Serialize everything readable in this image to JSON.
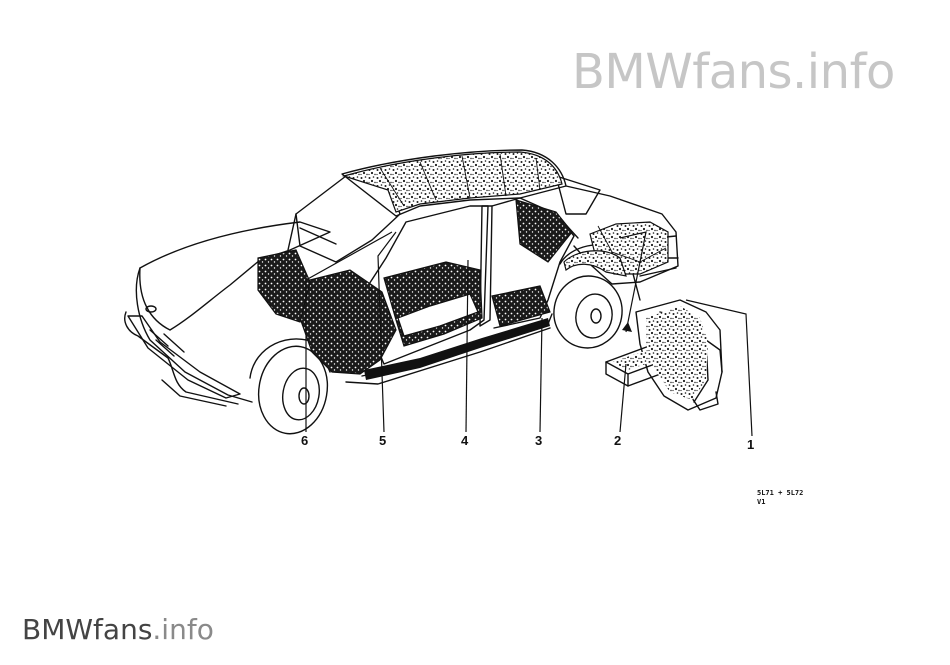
{
  "watermark": {
    "top_brand": "BMWfans",
    "top_tld": ".info",
    "bottom_brand": "BMWfans",
    "bottom_tld": ".info"
  },
  "callouts": [
    "1",
    "2",
    "3",
    "4",
    "5",
    "6"
  ],
  "drawing_code": {
    "line1": "5L71 + 5L72",
    "line2": "V1"
  },
  "colors": {
    "line": "#111111",
    "insulation": "#1a1a1a",
    "watermark_light": "#c6c6c6",
    "watermark_dark": "#444444"
  }
}
